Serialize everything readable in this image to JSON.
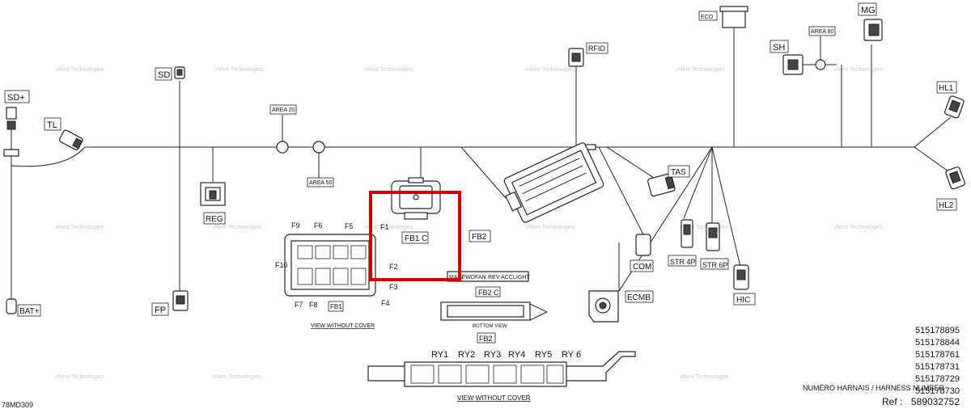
{
  "connectors": {
    "sd_plus": "SD+",
    "tl": "TL",
    "sd": "SD",
    "bat_plus": "BAT+",
    "fp": "FP",
    "reg": "REG",
    "rfid": "RFID",
    "eco": "ECO",
    "mg": "MG",
    "sh": "SH",
    "hl1": "HL1",
    "hl2": "HL2",
    "tas": "TAS",
    "com": "COM",
    "str4p": "STR 4P",
    "str6p": "STR 6P",
    "ecmb": "ECMB",
    "hic": "HIC",
    "fb2": "FB2",
    "fb1c": "FB1 C"
  },
  "areas": {
    "a20": "AREA 20",
    "a50": "AREA 50",
    "a80": "AREA 80"
  },
  "fuse_box_1": {
    "fuses": {
      "f1": "F1",
      "f2": "F2",
      "f3": "F3",
      "f4": "F4",
      "f5": "F5",
      "f6": "F6",
      "f7": "F7",
      "f8": "F8",
      "f9": "F9",
      "f10": "F10"
    },
    "label": "FB1",
    "caption": "VIEW WITHOUT COVER"
  },
  "fb2c_strip": {
    "cells": [
      "MAIN",
      "FWD",
      "FAN",
      "REV",
      "ACC",
      "LIGHT"
    ],
    "label": "FB2 C"
  },
  "fb2_bottom": {
    "caption": "BOTTOM VIEW",
    "label": "FB2"
  },
  "relay_box": {
    "relays": [
      "RY1",
      "RY2",
      "RY3",
      "RY4",
      "RY5",
      "RY 6"
    ],
    "caption": "VIEW WITHOUT COVER"
  },
  "watermark": "vNext Technologies",
  "harness_numbers": [
    "515178895",
    "515178844",
    "515178761",
    "515178731",
    "515178729",
    "515178730"
  ],
  "harness_number_label": "NUMÉRO HARNAIS / HARNESS NUMBER",
  "ref": {
    "label": "Ref :",
    "value": "589032752"
  },
  "drawing_code": "78MD309",
  "highlight_color": "#d40000"
}
